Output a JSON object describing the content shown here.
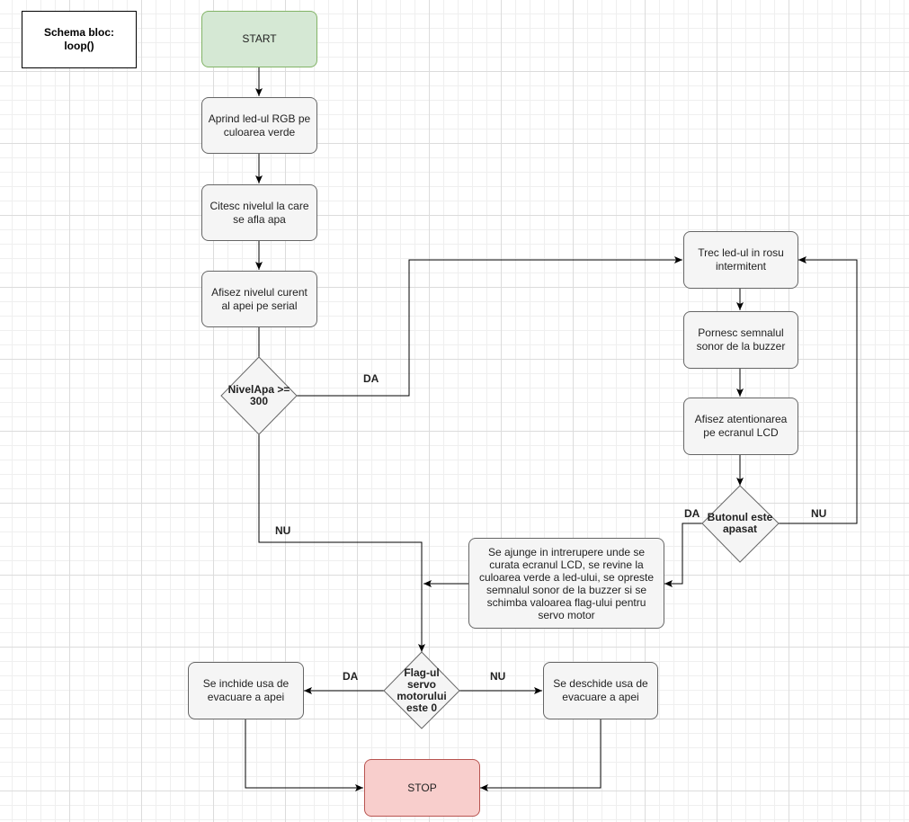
{
  "title": "Schema bloc:\nloop()",
  "nodes": {
    "start": "START",
    "led_green": "Aprind led-ul RGB pe culoarea verde",
    "read_level": "Citesc nivelul la care se afla apa",
    "print_level": "Afisez nivelul curent al apei pe serial",
    "level_check": "NivelApa >= 300",
    "led_red": "Trec led-ul in rosu intermitent",
    "buzzer": "Pornesc semnalul sonor de la buzzer",
    "lcd_warning": "Afisez atentionarea pe ecranul LCD",
    "button_check": "Butonul este apasat",
    "interrupt": "Se ajunge in intrerupere unde se curata ecranul LCD, se revine la culoarea verde a led-ului, se opreste semnalul sonor de la buzzer si se schimba valoarea flag-ului pentru servo motor",
    "flag_check": "Flag-ul servo motorului este 0",
    "close_door": "Se inchide usa de evacuare a apei",
    "open_door": "Se deschide usa de evacuare a apei",
    "stop": "STOP"
  },
  "edge_labels": {
    "level_yes": "DA",
    "level_no": "NU",
    "button_yes": "DA",
    "button_no": "NU",
    "flag_yes": "DA",
    "flag_no": "NU"
  },
  "colors": {
    "start_fill": "#d5e8d4",
    "start_stroke": "#82b366",
    "stop_fill": "#f8cecc",
    "stop_stroke": "#b85450",
    "process_fill": "#f5f5f5",
    "process_stroke": "#666666"
  }
}
